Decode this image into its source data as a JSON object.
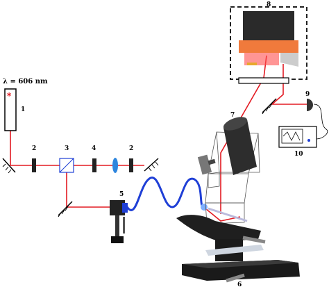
{
  "wavelength_label": "λ = 606 nm",
  "labels": {
    "laser": "1",
    "mirror_left": "2",
    "mirror_right": "2",
    "beam_splitter": "3",
    "shutter": "4",
    "fiber_coupler": "5",
    "stage": "6",
    "objective": "7",
    "camera": "8",
    "photodiode": "9",
    "oscilloscope": "10"
  },
  "colors": {
    "beam": "#e31b23",
    "fiber": "#1f3fd6",
    "lens": "#2e86de",
    "dark": "#222222",
    "camera_heater": "#f07a3c",
    "camera_glow": "#ff4f4f"
  }
}
